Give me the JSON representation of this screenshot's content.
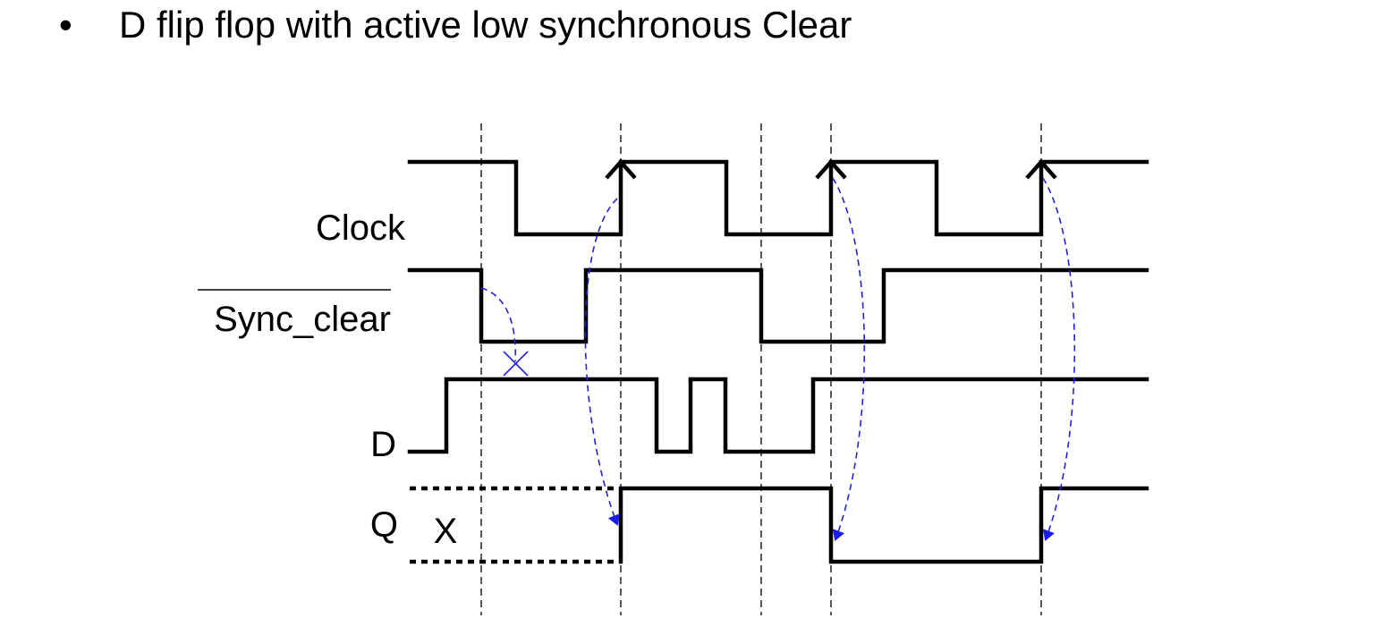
{
  "slide": {
    "bullet": "•",
    "title": "D flip flop with active low synchronous Clear"
  },
  "diagram": {
    "signals": {
      "clock": "Clock",
      "sync_clear": "Sync_clear",
      "d": "D",
      "q": "Q"
    },
    "q_unknown_label": "X",
    "colors": {
      "waveform": "#000000",
      "causality_arrow": "#2222dd"
    }
  }
}
